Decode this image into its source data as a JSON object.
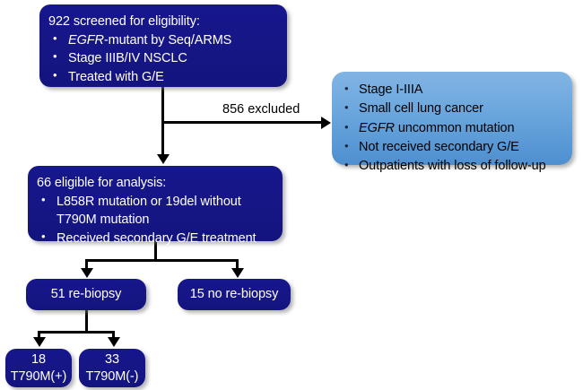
{
  "diagram": {
    "title": "Patient screening and re-biopsy CONSORT flow diagram",
    "colors": {
      "navy_box": "#151589",
      "light_blue_box": "#6aa6dd",
      "connector": "#000000",
      "background": "#ffffff",
      "navy_text": "#ffffff",
      "light_blue_text": "#000000"
    }
  },
  "nodes": {
    "screened": {
      "title": "922 screened for eligibility:",
      "bullets": [
        "EGFR-mutant by Seq/ARMS",
        "Stage IIIB/IV NSCLC",
        "Treated with G/E"
      ],
      "bullets_html": [
        "<em>EGFR</em>-mutant by Seq/ARMS",
        "Stage IIIB/IV NSCLC",
        "Treated with G/E"
      ]
    },
    "excluded": {
      "bullets": [
        "Stage I-IIIA",
        "Small cell lung cancer",
        "EGFR uncommon mutation",
        "Not received secondary G/E",
        "Outpatients with loss of follow-up"
      ],
      "bullets_html": [
        "Stage I-IIIA",
        "Small cell lung cancer",
        "<em>EGFR</em> uncommon mutation",
        "Not received secondary G/E",
        "Outpatients with loss of follow-up"
      ]
    },
    "eligible": {
      "title": "66 eligible for analysis:",
      "bullets": [
        "L858R mutation or 19del without T790M mutation",
        "Received secondary G/E treatment"
      ],
      "bullets_html": [
        "L858R mutation or 19del without T790M mutation",
        "Received secondary G/E treatment"
      ]
    },
    "rebiopsy": {
      "label": "51 re-biopsy"
    },
    "no_rebiopsy": {
      "label": "15 no re-biopsy"
    },
    "t790m_positive": {
      "count": "18",
      "label": "T790M(+)"
    },
    "t790m_negative": {
      "count": "33",
      "label": "T790M(-)"
    }
  },
  "edges": {
    "excluded_label": "856 excluded"
  }
}
